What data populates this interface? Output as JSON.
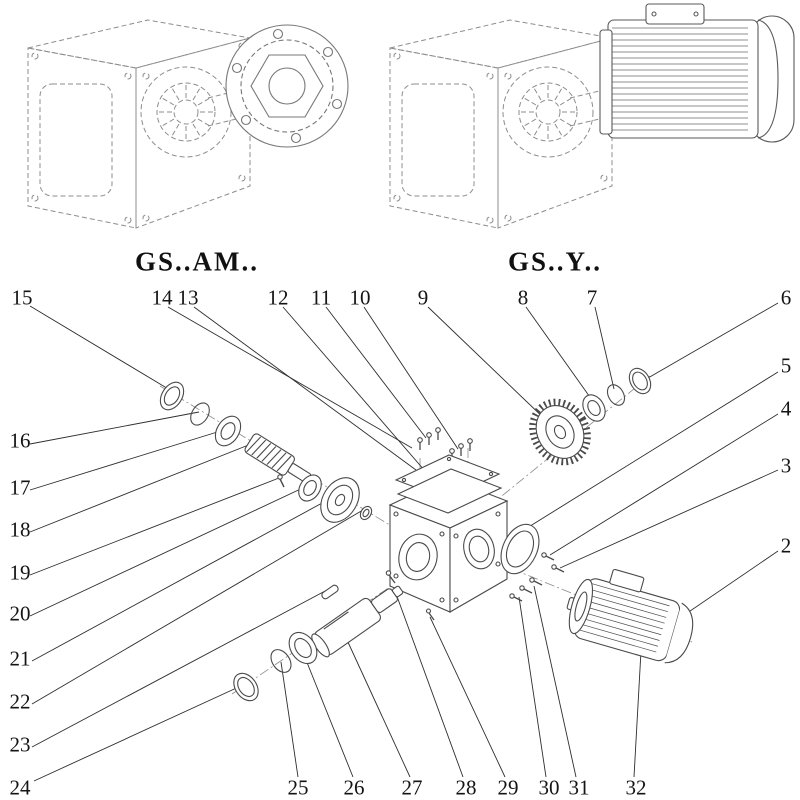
{
  "figure": {
    "variants": [
      {
        "label": "GS..AM.."
      },
      {
        "label": "GS..Y.."
      }
    ],
    "callouts": [
      {
        "n": "15"
      },
      {
        "n": "14"
      },
      {
        "n": "13"
      },
      {
        "n": "12"
      },
      {
        "n": "11"
      },
      {
        "n": "10"
      },
      {
        "n": "9"
      },
      {
        "n": "8"
      },
      {
        "n": "7"
      },
      {
        "n": "6"
      },
      {
        "n": "5"
      },
      {
        "n": "4"
      },
      {
        "n": "3"
      },
      {
        "n": "2"
      },
      {
        "n": "16"
      },
      {
        "n": "17"
      },
      {
        "n": "18"
      },
      {
        "n": "19"
      },
      {
        "n": "20"
      },
      {
        "n": "21"
      },
      {
        "n": "22"
      },
      {
        "n": "23"
      },
      {
        "n": "24"
      },
      {
        "n": "25"
      },
      {
        "n": "26"
      },
      {
        "n": "27"
      },
      {
        "n": "28"
      },
      {
        "n": "29"
      },
      {
        "n": "30"
      },
      {
        "n": "31"
      },
      {
        "n": "32"
      }
    ]
  }
}
